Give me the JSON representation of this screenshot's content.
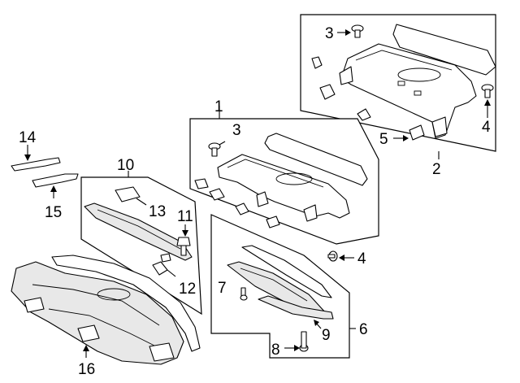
{
  "callouts": {
    "c1": "1",
    "c2": "2",
    "c3a": "3",
    "c3b": "3",
    "c4a": "4",
    "c4b": "4",
    "c5": "5",
    "c6": "6",
    "c7": "7",
    "c8": "8",
    "c9": "9",
    "c10": "10",
    "c11": "11",
    "c12": "12",
    "c13": "13",
    "c14": "14",
    "c15": "15",
    "c16": "16"
  },
  "colors": {
    "line": "#000000",
    "background": "#ffffff",
    "part_fill": "#e8e8e8"
  }
}
